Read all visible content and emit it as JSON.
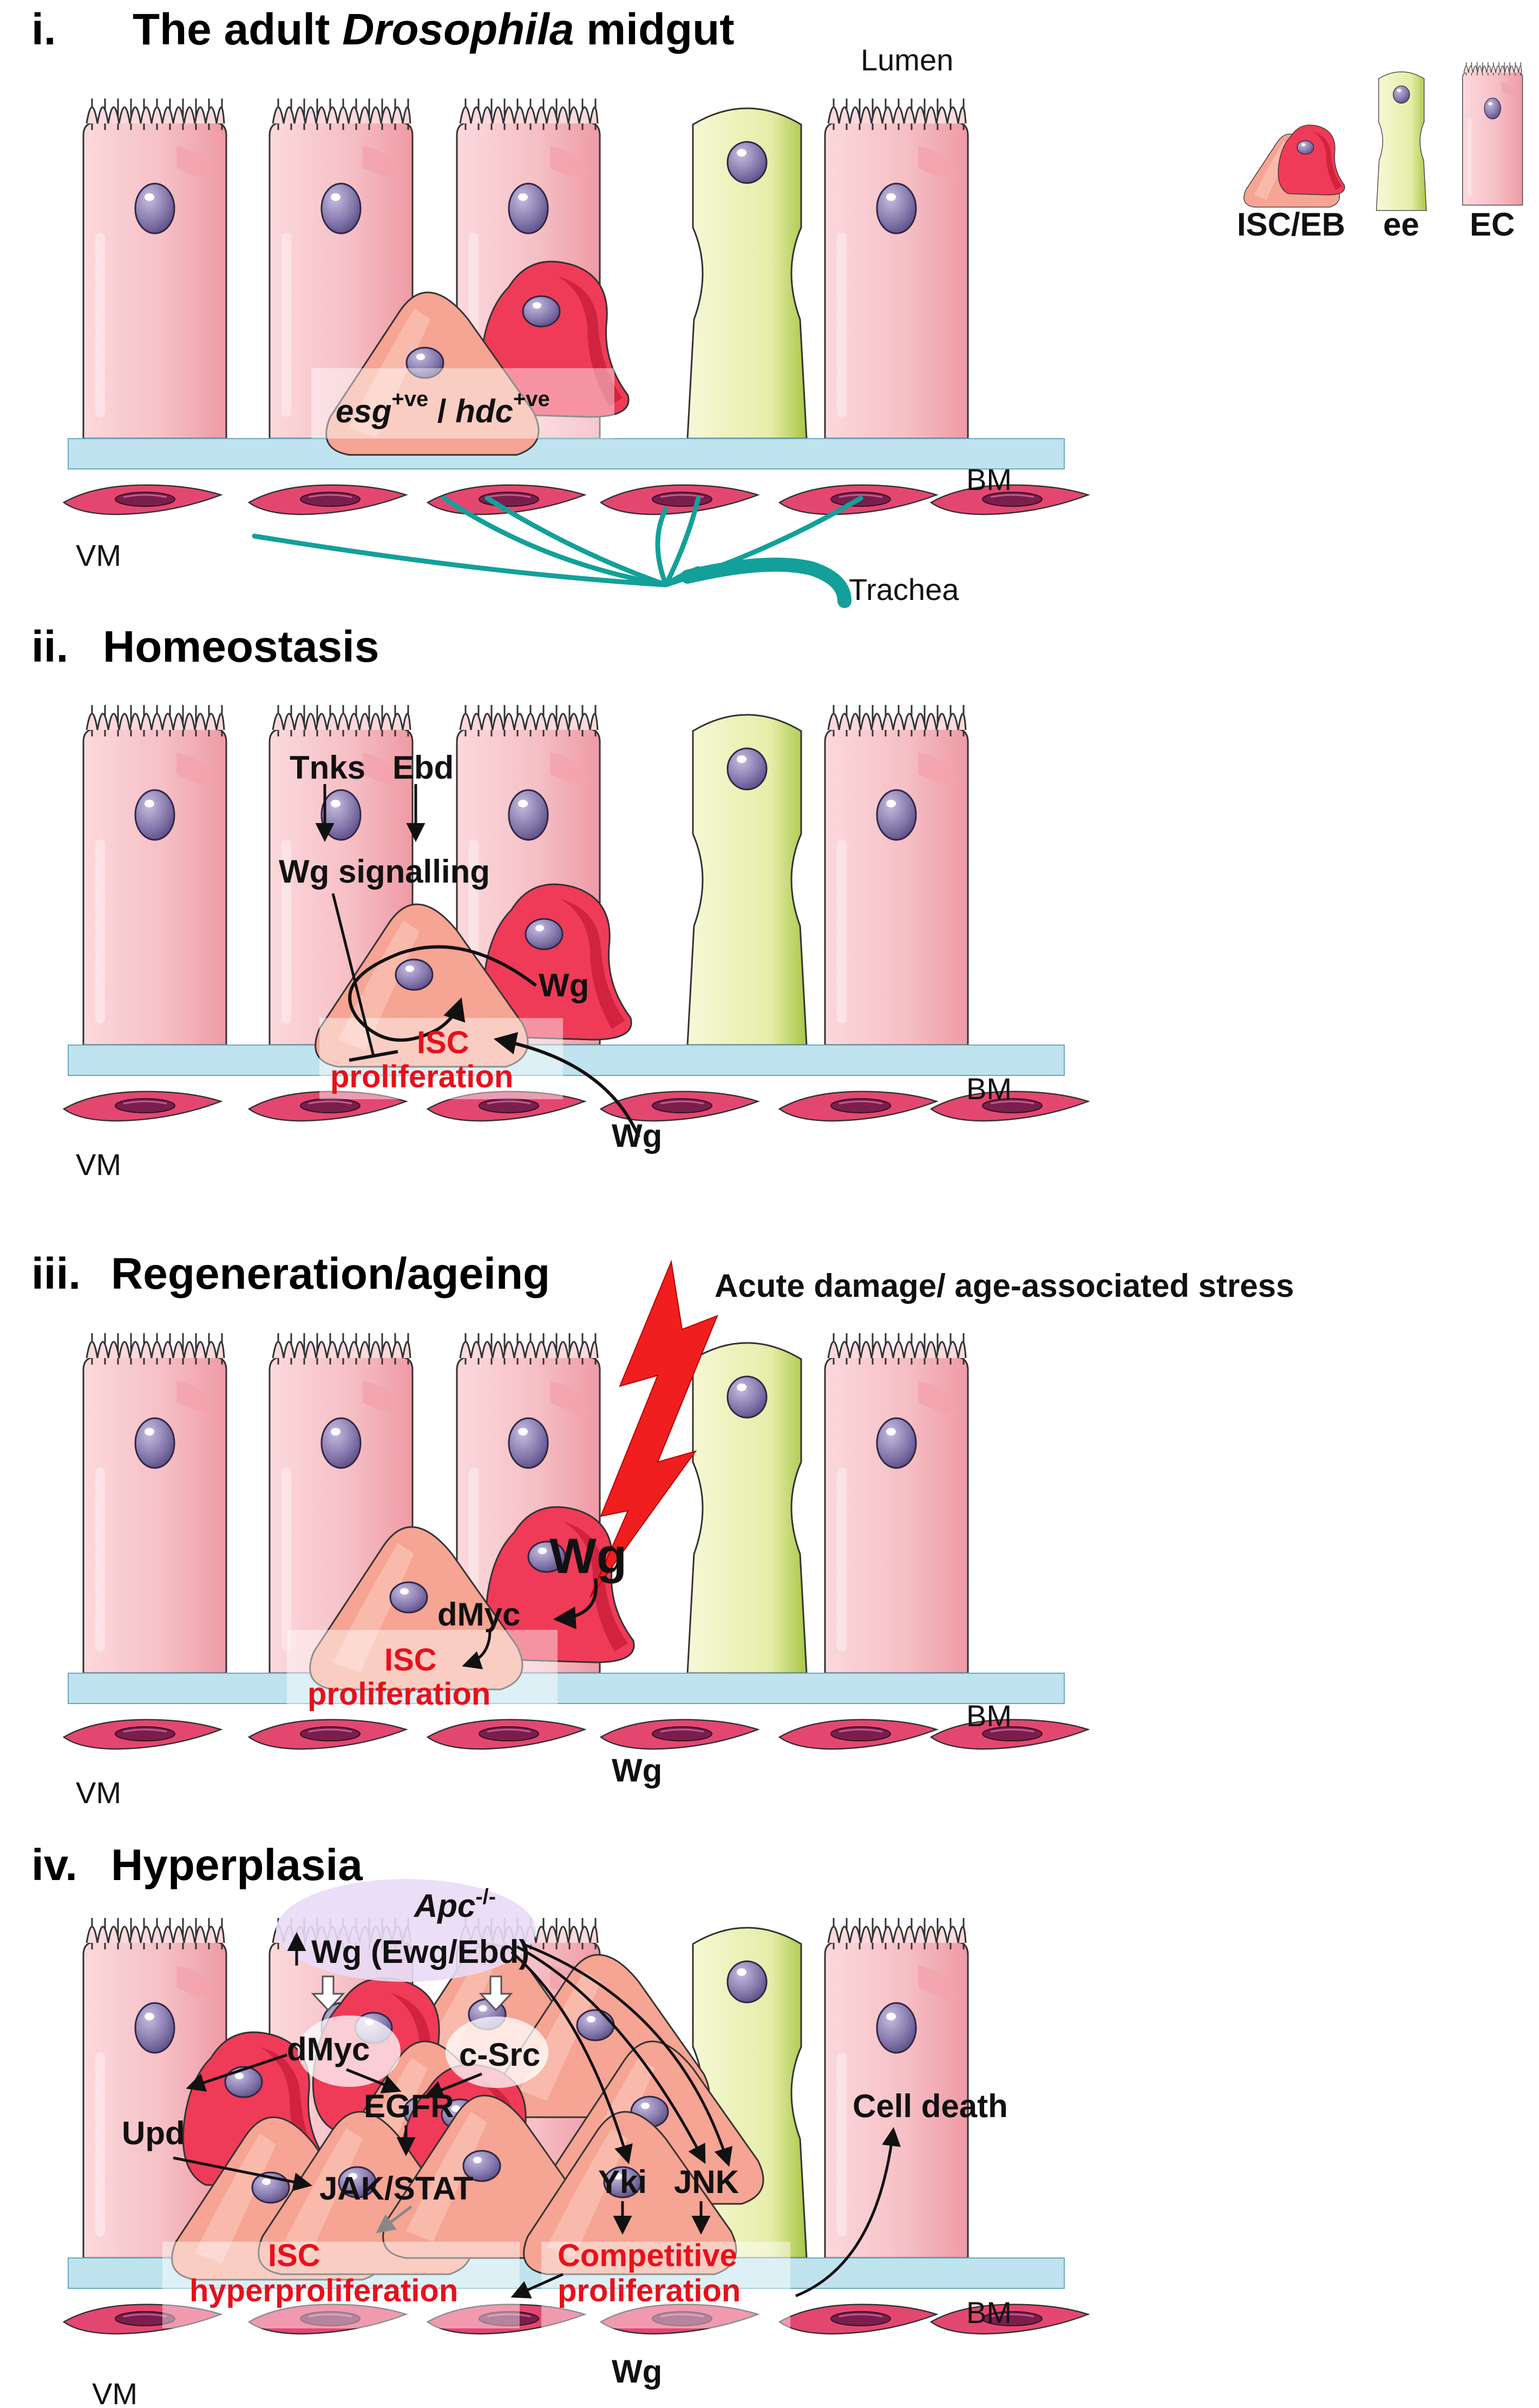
{
  "panels": {
    "p1": {
      "numeral": "i.",
      "title_pre": "The adult ",
      "title_italic": "Drosophila",
      "title_post": " midgut"
    },
    "p2": {
      "numeral": "ii.",
      "title": "Homeostasis"
    },
    "p3": {
      "numeral": "iii.",
      "title": "Regeneration/ageing"
    },
    "p4": {
      "numeral": "iv.",
      "title": "Hyperplasia"
    }
  },
  "labels": {
    "lumen": "Lumen",
    "bm": "BM",
    "vm": "VM",
    "trachea": "Trachea",
    "esg": "esg",
    "hdc": "hdc",
    "pos": "+ve",
    "slash": "/"
  },
  "legend": {
    "isc_eb": "ISC/EB",
    "ee": "ee",
    "ec": "EC"
  },
  "homeostasis": {
    "tnks": "Tnks",
    "ebd": "Ebd",
    "wg_signalling": "Wg signalling",
    "wg_autocrine": "Wg",
    "wg_vm": "Wg",
    "isc": "ISC",
    "proliferation": "proliferation"
  },
  "regeneration": {
    "stress": "Acute damage/ age-associated stress",
    "wg_big": "Wg",
    "dmyc": "dMyc",
    "isc": "ISC",
    "proliferation": "proliferation",
    "wg_vm": "Wg"
  },
  "hyperplasia": {
    "apc": "Apc",
    "apc_sup": "-/-",
    "wg_up": "Wg (Ewg/Ebd)",
    "dmyc": "dMyc",
    "csrc": "c-Src",
    "egfr": "EGFR",
    "upd": "Upd",
    "jakstat": "JAK/STAT",
    "yki": "Yki",
    "jnk": "JNK",
    "cell_death": "Cell death",
    "isc": "ISC",
    "hyperproliferation": "hyperproliferation",
    "competitive": "Competitive",
    "proliferation": "proliferation",
    "wg_vm": "Wg"
  },
  "colors": {
    "ec_fill": "#f7c3c8",
    "isc_fill": "#f6a493",
    "eb_fill": "#ef3b57",
    "ee_fill": "#eef3bf",
    "nucleus": "#8f82b4",
    "bm": "#bfe3ef",
    "vm": "#e3476f",
    "trachea": "#13a09a",
    "red_text": "#e8101a"
  }
}
